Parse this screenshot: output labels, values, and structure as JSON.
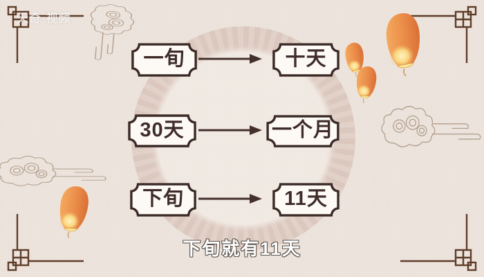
{
  "watermark": {
    "text": "天奇·视频"
  },
  "subtitle": {
    "text": "下旬就有11天"
  },
  "mapping_rows": [
    {
      "left": "一旬",
      "right": "十天"
    },
    {
      "left": "30天",
      "right": "一个月"
    },
    {
      "left": "下旬",
      "right": "11天"
    }
  ],
  "icons": {
    "arrow": "arrow-right-icon",
    "lantern": "sky-lantern-icon",
    "cloud": "auspicious-cloud-icon",
    "corner": "corner-knot-border-icon",
    "mandala": "mandala-ring-pattern"
  },
  "colors": {
    "background": "#ece3dc",
    "box_fill": "#fdfaf6",
    "box_border": "#3b2a26",
    "arrow": "#44302b",
    "corner_ornament": "#5e3c27",
    "cloud_outline": "#a8937f",
    "lantern_orange": "#ea8c49",
    "lantern_glow": "#fdeea3",
    "subtitle_fill": "#ffffff",
    "subtitle_outline": "#5c554f",
    "mandala_ring": "#d8bfb4"
  }
}
